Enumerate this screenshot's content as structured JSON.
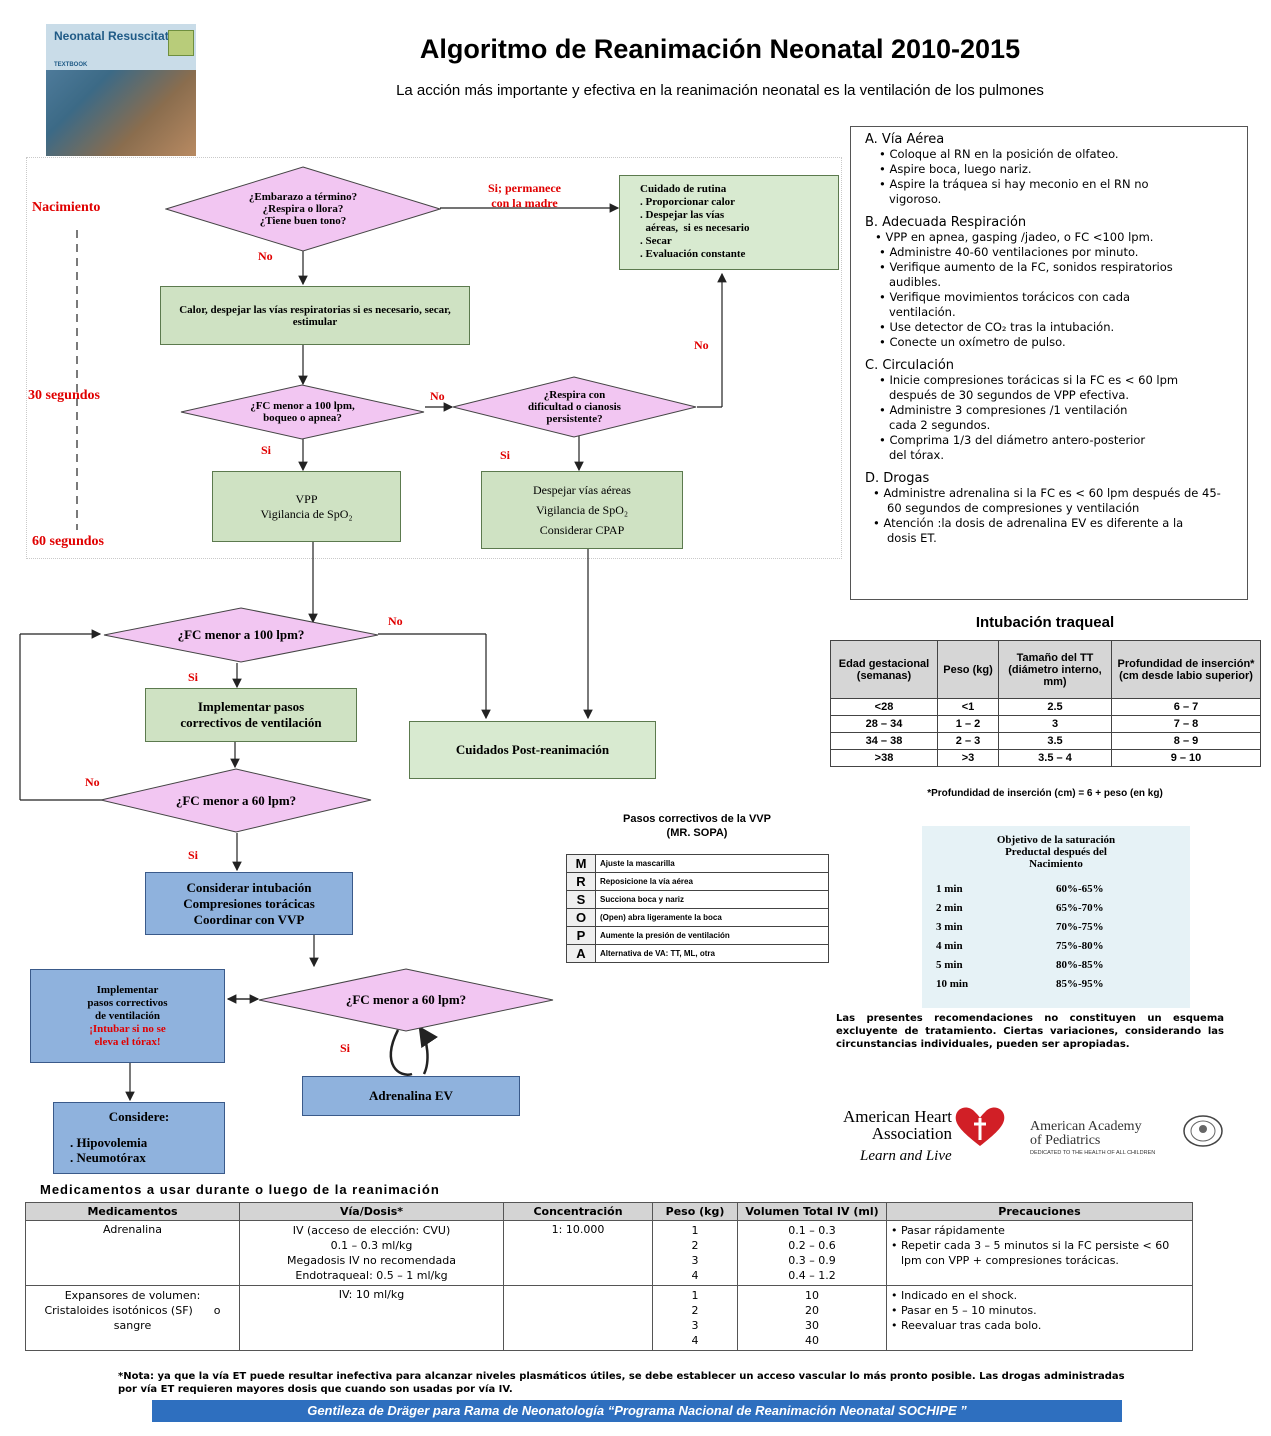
{
  "header": {
    "cover_title": "Neonatal Resuscitation",
    "cover_sub": "TEXTBOOK",
    "title": "Algoritmo de Reanimación Neonatal 2010-2015",
    "subtitle": "La acción más importante y efectiva  en la reanimación neonatal es  la ventilación de los pulmones"
  },
  "timeline": {
    "birth": "Nacimiento",
    "t30": "30  segundos",
    "t60": "60  segundos"
  },
  "flow": {
    "q1": [
      "¿Embarazo a  término?",
      "¿Respira o llora?",
      "¿Tiene buen tono?"
    ],
    "yes_stay": [
      "Si; permanece",
      "con la madre"
    ],
    "routine": [
      "Cuidado de rutina",
      ". Proporcionar calor",
      ". Despejar las vías",
      "  aéreas,  si es necesario",
      ". Secar",
      ". Evaluación constante"
    ],
    "no": "No",
    "si": "Si",
    "warm": "Calor, despejar las vías respiratorias si es necesario, secar, estimular",
    "q2": [
      "¿FC menor a 100 lpm,",
      "boqueo  o  apnea?"
    ],
    "q3": [
      "¿Respira con",
      "dificultad  o cianosis",
      "persistente?"
    ],
    "vpp": [
      "VPP",
      "Vigilancia de SpO₂"
    ],
    "cpap": [
      "Despejar vías aéreas",
      "Vigilancia de SpO₂",
      "Considerar CPAP"
    ],
    "q4": "¿FC menor a 100 lpm?",
    "corrective": [
      "Implementar pasos",
      "correctivos de ventilación"
    ],
    "post": "Cuidados Post-reanimación",
    "q5": "¿FC menor a 60 lpm?",
    "intub": [
      "Considerar intubación",
      "Compresiones torácicas",
      "Coordinar con VVP"
    ],
    "corrective2": [
      "Implementar",
      "pasos correctivos",
      "de ventilación"
    ],
    "corrective2_red": [
      "¡Intubar si no se",
      "eleva el tórax!"
    ],
    "q6": "¿FC menor a 60 lpm?",
    "adrenaline": "Adrenalina EV",
    "consider_title": "Considere:",
    "consider_items": [
      ". Hipovolemia",
      ". Neumotórax"
    ]
  },
  "abcd": {
    "a_title": "A.  Vía Aérea",
    "a_items": [
      "Coloque al RN en la posición de olfateo.",
      "Aspire boca, luego nariz.",
      "Aspire la tráquea si hay meconio en el RN no vigoroso."
    ],
    "b_title": "B.  Adecuada Respiración",
    "b_items": [
      "VPP en apnea, gasping /jadeo, o FC   <100 lpm.",
      "Administre 40-60 ventilaciones por   minuto.",
      "Verifique aumento de la FC, sonidos respiratorios audibles.",
      "Verifique movimientos torácicos con cada ventilación.",
      "Use detector de CO₂ tras la intubación.",
      "Conecte un oxímetro de pulso."
    ],
    "c_title": "C.  Circulación",
    "c_items": [
      "Inicie compresiones torácicas  si la FC es < 60 lpm después  de 30 segundos de VPP efectiva.",
      "Administre 3 compresiones  /1 ventilación cada 2 segundos.",
      "Comprima 1/3  del diámetro antero-posterior del tórax."
    ],
    "d_title": "D.  Drogas",
    "d_items": [
      "Administre adrenalina si la FC es < 60 lpm  después  de 45-60 segundos  de compresiones  y   ventilación",
      "Atención :la dosis de adrenalina EV es diferente a la dosis ET."
    ]
  },
  "intubation": {
    "title": "Intubación  traqueal",
    "headers": [
      "Edad gestacional (semanas)",
      "Peso (kg)",
      "Tamaño del TT (diámetro interno, mm)",
      "Profundidad de inserción* (cm desde labio superior)"
    ],
    "rows": [
      [
        "<28",
        "<1",
        "2.5",
        "6 – 7"
      ],
      [
        "28 – 34",
        "1 – 2",
        "3",
        "7 – 8"
      ],
      [
        "34 – 38",
        "2 – 3",
        "3.5",
        "8 – 9"
      ],
      [
        ">38",
        ">3",
        "3.5 – 4",
        "9 – 10"
      ]
    ],
    "note": "*Profundidad de inserción (cm) = 6 + peso (en kg)"
  },
  "sopa": {
    "title": "Pasos correctivos de la VVP",
    "subtitle": "(MR. SOPA)",
    "rows": [
      [
        "M",
        "Ajuste la mascarilla"
      ],
      [
        "R",
        "Reposicione la vía aérea"
      ],
      [
        "S",
        "Succiona boca y nariz"
      ],
      [
        "O",
        "(Open) abra ligeramente la boca"
      ],
      [
        "P",
        "Aumente la presión de ventilación"
      ],
      [
        "A",
        "Alternativa de VA: TT, ML, otra"
      ]
    ]
  },
  "saturation": {
    "title": [
      "Objetivo de la saturación",
      "Preductal después del",
      "Nacimiento"
    ],
    "rows": [
      [
        "1 min",
        "60%-65%"
      ],
      [
        "2 min",
        "65%-70%"
      ],
      [
        "3 min",
        "70%-75%"
      ],
      [
        "4 min",
        "75%-80%"
      ],
      [
        "5 min",
        "80%-85%"
      ],
      [
        "10 min",
        "85%-95%"
      ]
    ]
  },
  "disclaimer": "Las presentes recomendaciones no constituyen un esquema excluyente de tratamiento. Ciertas variaciones, considerando las circunstancias individuales, pueden ser apropiadas.",
  "logos": {
    "aha": [
      "American Heart",
      "Association"
    ],
    "aha_tag": "Learn and Live",
    "aap": [
      "American Academy",
      "of Pediatrics"
    ],
    "aap_tag": "DEDICATED TO THE HEALTH OF ALL CHILDREN"
  },
  "meds": {
    "title": "Medicamentos a usar durante o luego de la reanimación",
    "headers": [
      "Medicamentos",
      "Vía/Dosis*",
      "Concentración",
      "Peso (kg)",
      "Volumen Total IV (ml)",
      "Precauciones"
    ],
    "adrenaline": {
      "name": "Adrenalina",
      "route": [
        "IV (acceso de elección: CVU)",
        "0.1 – 0.3 ml/kg",
        "Megadosis IV no recomendada",
        "Endotraqueal: 0.5 – 1 ml/kg"
      ],
      "conc": "1: 10.000",
      "weights": [
        "1",
        "2",
        "3",
        "4"
      ],
      "volumes": [
        "0.1 – 0.3",
        "0.2 – 0.6",
        "0.3 – 0.9",
        "0.4 – 1.2"
      ],
      "precautions": [
        "Pasar rápidamente",
        "Repetir cada 3 – 5 minutos si la FC persiste < 60 lpm con VPP + compresiones torácicas."
      ]
    },
    "expanders": {
      "name": [
        "Expansores de volumen:",
        "Cristaloides isotónicos (SF)      o",
        "sangre"
      ],
      "route": "IV: 10 ml/kg",
      "weights": [
        "1",
        "2",
        "3",
        "4"
      ],
      "volumes": [
        "10",
        "20",
        "30",
        "40"
      ],
      "precautions": [
        "Indicado en el shock.",
        "Pasar en 5 – 10 minutos.",
        "Reevaluar tras cada bolo."
      ]
    },
    "note": "*Nota: ya que la vía ET puede resultar inefectiva para alcanzar niveles plasmáticos útiles, se debe establecer un acceso vascular lo más pronto posible. Las drogas administradas por vía ET requieren mayores dosis que cuando son usadas por vía IV."
  },
  "footer": "Gentileza de Dräger para Rama de Neonatología “Programa Nacional de Reanimación  Neonatal  SOCHIPE ”",
  "colors": {
    "diamond": "#f2c6f2",
    "green": "#cfe2c3",
    "blue": "#8fb2dd",
    "red": "#e00000",
    "footer": "#2e6fbf"
  }
}
